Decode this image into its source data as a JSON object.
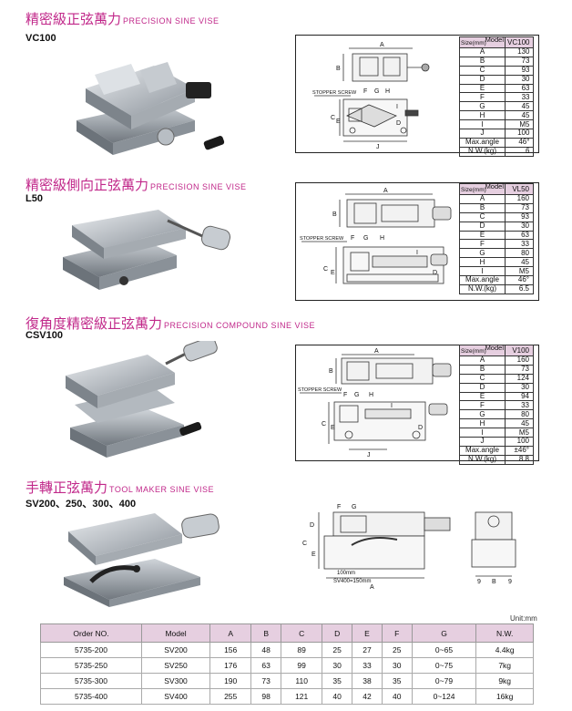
{
  "sections": [
    {
      "title_cn": "精密級正弦萬力",
      "title_en": "PRECISION SINE VISE",
      "model": "VC100",
      "spec": {
        "model_label": "Model",
        "size_label": "Size(mm)",
        "model_value": "VC100",
        "rows": [
          [
            "A",
            "130"
          ],
          [
            "B",
            "73"
          ],
          [
            "C",
            "93"
          ],
          [
            "D",
            "30"
          ],
          [
            "E",
            "63"
          ],
          [
            "F",
            "33"
          ],
          [
            "G",
            "45"
          ],
          [
            "H",
            "45"
          ],
          [
            "I",
            "M5"
          ],
          [
            "J",
            "100"
          ],
          [
            "Max.angle",
            "46°"
          ],
          [
            "N.W.(kg)",
            "6"
          ]
        ]
      },
      "labels": {
        "stopper": "STOPPER SCREW",
        "dims": [
          "A",
          "B",
          "F",
          "G",
          "H",
          "C",
          "E",
          "I",
          "D",
          "J"
        ]
      }
    },
    {
      "title_cn": "精密級側向正弦萬力",
      "title_en": "PRECISION SINE VISE",
      "model": "L50",
      "spec": {
        "model_label": "Model",
        "size_label": "Size(mm)",
        "model_value": "VL50",
        "rows": [
          [
            "A",
            "160"
          ],
          [
            "B",
            "73"
          ],
          [
            "C",
            "93"
          ],
          [
            "D",
            "30"
          ],
          [
            "E",
            "63"
          ],
          [
            "F",
            "33"
          ],
          [
            "G",
            "80"
          ],
          [
            "H",
            "45"
          ],
          [
            "I",
            "M5"
          ],
          [
            "Max.angle",
            "46°"
          ],
          [
            "N.W.(kg)",
            "6.5"
          ]
        ]
      },
      "labels": {
        "stopper": "STOPPER SCREW",
        "dims": [
          "A",
          "B",
          "F",
          "G",
          "H",
          "C",
          "E",
          "I",
          "D"
        ]
      }
    },
    {
      "title_cn": "復角度精密級正弦萬力",
      "title_en": "PRECISION COMPOUND SINE VISE",
      "model": "CSV100",
      "spec": {
        "model_label": "Model",
        "size_label": "Size(mm)",
        "model_value": "V100",
        "rows": [
          [
            "A",
            "160"
          ],
          [
            "B",
            "73"
          ],
          [
            "C",
            "124"
          ],
          [
            "D",
            "30"
          ],
          [
            "E",
            "94"
          ],
          [
            "F",
            "33"
          ],
          [
            "G",
            "80"
          ],
          [
            "H",
            "45"
          ],
          [
            "I",
            "M5"
          ],
          [
            "J",
            "100"
          ],
          [
            "Max.angle",
            "±46°"
          ],
          [
            "N.W.(kg)",
            "8.8"
          ]
        ]
      },
      "labels": {
        "stopper": "STOPPER SCREW",
        "dims": [
          "A",
          "B",
          "F",
          "G",
          "H",
          "C",
          "E",
          "I",
          "D",
          "J"
        ]
      }
    },
    {
      "title_cn": "手轉正弦萬力",
      "title_en": "TOOL MAKER SINE VISE",
      "model": "SV200、250、300、400",
      "labels": {
        "dims": [
          "F",
          "G",
          "D",
          "C",
          "E",
          "A",
          "9",
          "B",
          "9"
        ],
        "note1": "100mm",
        "note2": "SV400=150mm"
      }
    }
  ],
  "unit": "Unit:mm",
  "bottom_table": {
    "headers": [
      "Order NO.",
      "Model",
      "A",
      "B",
      "C",
      "D",
      "E",
      "F",
      "G",
      "N.W."
    ],
    "rows": [
      [
        "5735-200",
        "SV200",
        "156",
        "48",
        "89",
        "25",
        "27",
        "25",
        "0~65",
        "4.4kg"
      ],
      [
        "5735-250",
        "SV250",
        "176",
        "63",
        "99",
        "30",
        "33",
        "30",
        "0~75",
        "7kg"
      ],
      [
        "5735-300",
        "SV300",
        "190",
        "73",
        "110",
        "35",
        "38",
        "35",
        "0~79",
        "9kg"
      ],
      [
        "5735-400",
        "SV400",
        "255",
        "98",
        "121",
        "40",
        "42",
        "40",
        "0~124",
        "16kg"
      ]
    ]
  }
}
